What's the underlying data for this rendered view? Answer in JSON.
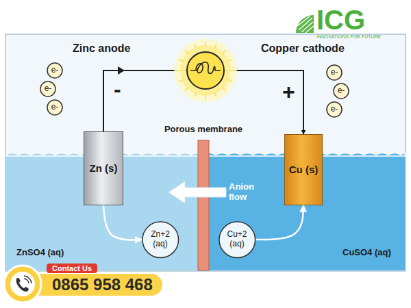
{
  "diagram": {
    "nodes": [
      {
        "text": [
          "Zn (s)"
        ]
      },
      {
        "text": [
          "Cu (s)"
        ]
      },
      {
        "text": [
          "Zn+2 (aq)"
        ]
      },
      {
        "text": [
          "Cu+2 (aq)"
        ]
      },
      {
        "text": [
          "e-"
        ]
      },
      {
        "text": [
          "e-"
        ]
      },
      {
        "text": [
          "e-"
        ]
      },
      {
        "text": [
          "e-"
        ]
      },
      {
        "text": [
          "e-"
        ]
      },
      {
        "text": [
          "e-"
        ]
      },
      {
        "text": [
          "Contact Us",
          "0865 958 468"
        ]
      }
    ],
    "edges": [
      {
        "from": 0,
        "to": 1,
        "arrow": "to"
      },
      {
        "from": 0,
        "to": 2,
        "arrow": "to"
      },
      {
        "from": 3,
        "to": 1,
        "arrow": "to"
      }
    ],
    "labels": [
      "Zinc anode",
      "Copper cathode",
      "-",
      "+",
      "Porous membrane",
      "Anion flow",
      "ZnSO4 (aq)",
      "CuSO4 (aq)",
      "ICG",
      "INNOVATIONS FOR FUTURE"
    ]
  }
}
